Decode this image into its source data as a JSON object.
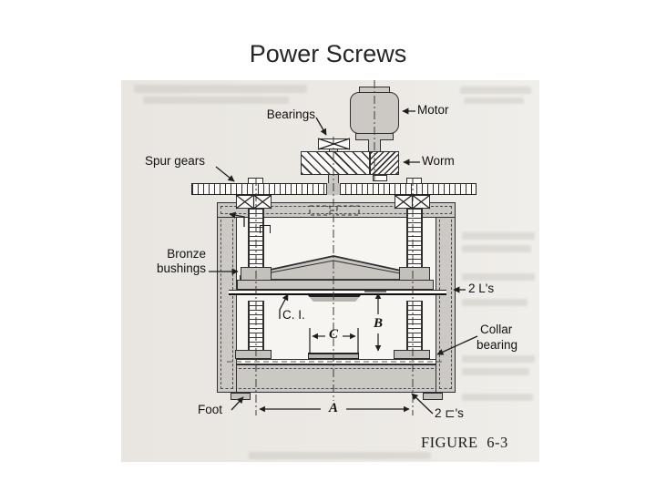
{
  "slide": {
    "title": "Power Screws",
    "background": "#ffffff"
  },
  "figure": {
    "caption": "FIGURE 6-3",
    "scan_background": "#ebe8e3",
    "metal_fill": "#ccc9c4",
    "line_color": "#2b2b2b",
    "labels": {
      "bearings": "Bearings",
      "motor": "Motor",
      "spur_gears": "Spur gears",
      "worm": "Worm",
      "bronze_bushings_line1": "Bronze",
      "bronze_bushings_line2": "bushings",
      "two_angles": "2 L's",
      "cast_iron": "C. I.",
      "collar_bearing_line1": "Collar",
      "collar_bearing_line2": "bearing",
      "foot": "Foot",
      "two_channels": "2 ⊏'s",
      "dim_a": "A",
      "dim_b": "B",
      "dim_c": "C"
    }
  }
}
